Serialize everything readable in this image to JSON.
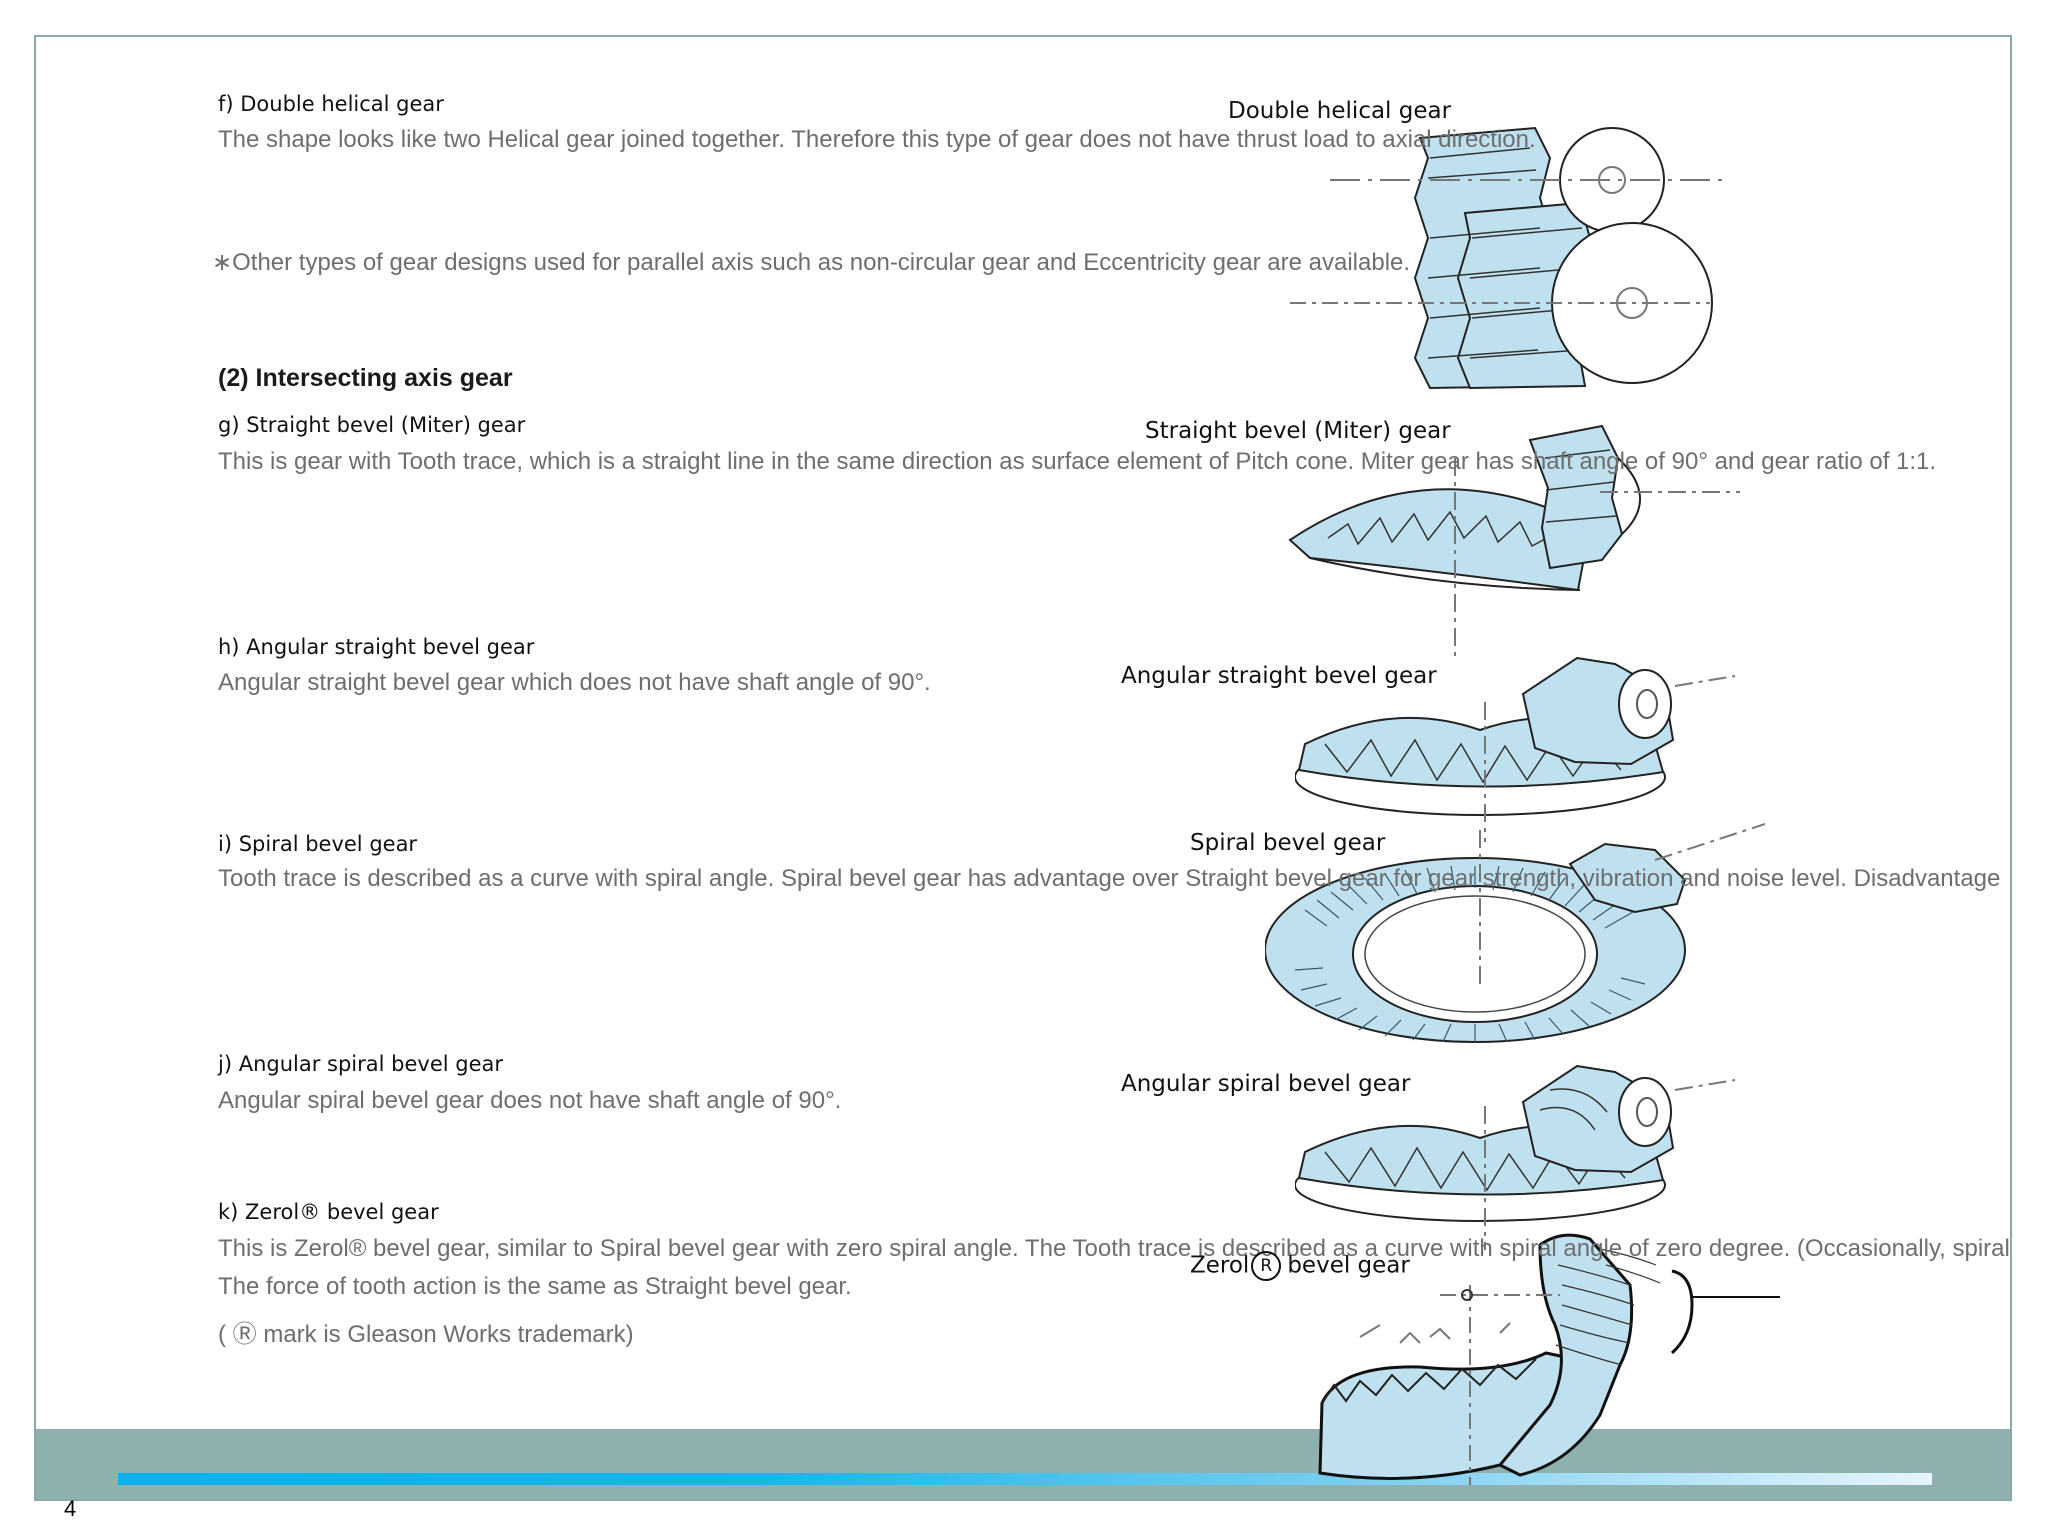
{
  "page": {
    "page_number": "4"
  },
  "items": {
    "f": {
      "title": "f) Double helical gear",
      "body": "The shape looks like two Helical gear joined together.  Therefore this type of gear does not have thrust load  to axial direction."
    },
    "note": "∗Other types of gear designs used for parallel axis  such as non-circular gear and Eccentricity gear are  available."
  },
  "section": {
    "heading": "(2) Intersecting axis gear"
  },
  "items2": {
    "g": {
      "title": "g) Straight bevel (Miter) gear",
      "body": "This is gear with Tooth trace, which is a straight line in  the same direction as surface element of Pitch cone.  Miter gear has shaft angle of 90° and gear ratio of 1:1."
    },
    "h": {
      "title": "h) Angular straight bevel gear",
      "body": "Angular straight bevel gear which does not have shaft  angle of 90°."
    },
    "i": {
      "title": "i) Spiral bevel gear",
      "body": "Tooth trace is described as a curve with spiral angle.  Spiral bevel gear has advantage over Straight bevel gear for gear strength, vibration and noise level.  Disadvantage"
    },
    "j": {
      "title": "j) Angular spiral bevel gear",
      "body": "Angular spiral bevel gear does not have shaft angle of  90°."
    },
    "k": {
      "title": "k) Zerol® bevel gear",
      "body1": "This is Zerol® bevel gear, similar to Spiral bevel gear  with zero spiral angle. The Tooth trace is described as  a curve with spiral angle of zero degree. (Occasionally,  spiral",
      "body2": "The force of tooth action is the same as Straight bevel  gear.",
      "body3": "( Ⓡ mark is Gleason Works trademark)"
    }
  },
  "figures": {
    "double_helical": "Double helical gear",
    "straight_bevel": "Straight bevel (Miter) gear",
    "angular_straight": "Angular straight bevel gear",
    "spiral_bevel": "Spiral bevel gear",
    "angular_spiral": "Angular spiral bevel gear",
    "zerol_prefix": "Zerol",
    "zerol_mark": "R",
    "zerol_suffix": "bevel gear"
  },
  "colors": {
    "gear_fill": "#bfe0ee",
    "footer_band": "#8eb0ae",
    "footer_stripe": "#0ab1ea",
    "frame": "#8aa9a6",
    "body_text": "#6e6e6e"
  }
}
